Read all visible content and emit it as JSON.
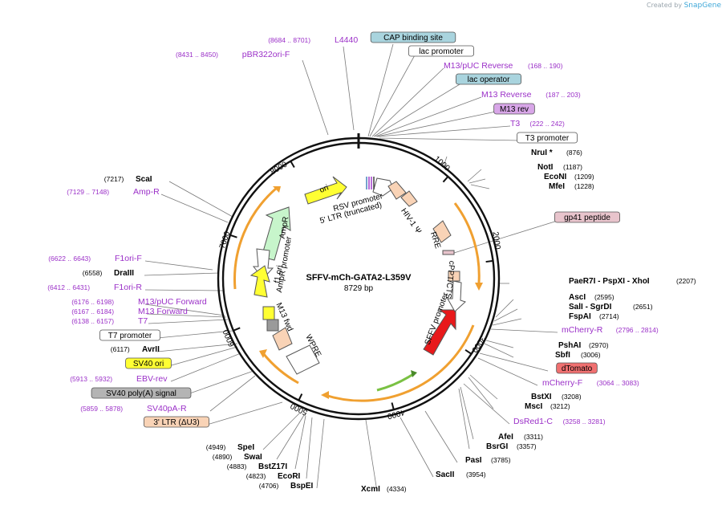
{
  "credit": {
    "prefix": "Created by",
    "brand": "SnapGene"
  },
  "plasmid": {
    "name": "SFFV-mCh-GATA2-L359V",
    "length": "8729 bp",
    "total_bp": 8729
  },
  "colors": {
    "enzyme": "#000000",
    "primer": "#9b30c8",
    "orange_arrow": "#f0a030",
    "green_arrow": "#7ac143",
    "red_feature": "#e8191b"
  },
  "ticks": [
    "1000",
    "2000",
    "3000",
    "4000",
    "5000",
    "6000",
    "7000",
    "8000"
  ],
  "inner_features": [
    {
      "label": "RSV promoter"
    },
    {
      "label": "5' LTR (truncated)"
    },
    {
      "label": "HIV-1 Ψ"
    },
    {
      "label": "RRE"
    },
    {
      "label": "cPPT/CTS"
    },
    {
      "label": "SFFV promoter"
    },
    {
      "label": "WPRE"
    },
    {
      "label": "M13 fwd"
    },
    {
      "label": "f1 ori"
    },
    {
      "label": "AmpR promoter"
    },
    {
      "label": "AmpR"
    },
    {
      "label": "ori"
    }
  ],
  "labels": [
    {
      "pos": "(8684 .. 8701)",
      "name": "L4440",
      "kind": "primer"
    },
    {
      "pos": "(8431 .. 8450)",
      "name": "pBR322ori-F",
      "kind": "primer"
    },
    {
      "name": "CAP binding site",
      "kind": "box",
      "fill": "#a9d4de"
    },
    {
      "name": "lac promoter",
      "kind": "box",
      "fill": "#ffffff"
    },
    {
      "pos": "(168 .. 190)",
      "name": "M13/pUC Reverse",
      "kind": "primer"
    },
    {
      "name": "lac operator",
      "kind": "box",
      "fill": "#a9d4de"
    },
    {
      "pos": "(187 .. 203)",
      "name": "M13 Reverse",
      "kind": "primer"
    },
    {
      "name": "M13 rev",
      "kind": "box",
      "fill": "#d8a6e8"
    },
    {
      "pos": "(222 .. 242)",
      "name": "T3",
      "kind": "primer"
    },
    {
      "name": "T3 promoter",
      "kind": "box",
      "fill": "#ffffff"
    },
    {
      "pos": "(876)",
      "name": "NruI *",
      "kind": "enzyme"
    },
    {
      "pos": "(1187)",
      "name": "NotI",
      "kind": "enzyme"
    },
    {
      "pos": "(1209)",
      "name": "EcoNI",
      "kind": "enzyme"
    },
    {
      "pos": "(1228)",
      "name": "MfeI",
      "kind": "enzyme"
    },
    {
      "name": "gp41 peptide",
      "kind": "box",
      "fill": "#e8c4cc"
    },
    {
      "pos": "(2207)",
      "name": "PaeR7I - PspXI - XhoI",
      "kind": "enzyme"
    },
    {
      "pos": "(2595)",
      "name": "AscI",
      "kind": "enzyme"
    },
    {
      "pos": "(2651)",
      "name": "SalI - SgrDI",
      "kind": "enzyme"
    },
    {
      "pos": "(2714)",
      "name": "FspAI",
      "kind": "enzyme"
    },
    {
      "pos": "(2796 .. 2814)",
      "name": "mCherry-R",
      "kind": "primer"
    },
    {
      "pos": "(2970)",
      "name": "PshAI",
      "kind": "enzyme"
    },
    {
      "pos": "(3006)",
      "name": "SbfI",
      "kind": "enzyme"
    },
    {
      "name": "dTomato",
      "kind": "box",
      "fill": "#f07070"
    },
    {
      "pos": "(3064 .. 3083)",
      "name": "mCherry-F",
      "kind": "primer"
    },
    {
      "pos": "(3208)",
      "name": "BstXI",
      "kind": "enzyme"
    },
    {
      "pos": "(3212)",
      "name": "MscI",
      "kind": "enzyme"
    },
    {
      "pos": "(3258 .. 3281)",
      "name": "DsRed1-C",
      "kind": "primer"
    },
    {
      "pos": "(3311)",
      "name": "AfeI",
      "kind": "enzyme"
    },
    {
      "pos": "(3357)",
      "name": "BsrGI",
      "kind": "enzyme"
    },
    {
      "pos": "(3785)",
      "name": "PasI",
      "kind": "enzyme"
    },
    {
      "pos": "(3954)",
      "name": "SacII",
      "kind": "enzyme"
    },
    {
      "pos": "(4334)",
      "name": "XcmI",
      "kind": "enzyme"
    },
    {
      "pos": "(4706)",
      "name": "BspEI",
      "kind": "enzyme"
    },
    {
      "pos": "(4823)",
      "name": "EcoRI",
      "kind": "enzyme"
    },
    {
      "pos": "(4883)",
      "name": "BstZ17I",
      "kind": "enzyme"
    },
    {
      "pos": "(4890)",
      "name": "SwaI",
      "kind": "enzyme"
    },
    {
      "pos": "(4949)",
      "name": "SpeI",
      "kind": "enzyme"
    },
    {
      "name": "3' LTR (ΔU3)",
      "kind": "box",
      "fill": "#f9d3b6"
    },
    {
      "pos": "(5859 .. 5878)",
      "name": "SV40pA-R",
      "kind": "primer"
    },
    {
      "name": "SV40 poly(A) signal",
      "kind": "box",
      "fill": "#b4b4b4"
    },
    {
      "pos": "(5913 .. 5932)",
      "name": "EBV-rev",
      "kind": "primer"
    },
    {
      "name": "SV40 ori",
      "kind": "box",
      "fill": "#ffff33"
    },
    {
      "pos": "(6117)",
      "name": "AvrII",
      "kind": "enzyme"
    },
    {
      "name": "T7 promoter",
      "kind": "box",
      "fill": "#ffffff"
    },
    {
      "pos": "(6138 .. 6157)",
      "name": "T7",
      "kind": "primer"
    },
    {
      "pos": "(6167 .. 6184)",
      "name": "M13 Forward",
      "kind": "primer"
    },
    {
      "pos": "(6176 .. 6198)",
      "name": "M13/pUC Forward",
      "kind": "primer"
    },
    {
      "pos": "(6412 .. 6431)",
      "name": "F1ori-R",
      "kind": "primer"
    },
    {
      "pos": "(6558)",
      "name": "DraIII",
      "kind": "enzyme"
    },
    {
      "pos": "(6622 .. 6643)",
      "name": "F1ori-F",
      "kind": "primer"
    },
    {
      "pos": "(7129 .. 7148)",
      "name": "Amp-R",
      "kind": "primer"
    },
    {
      "pos": "(7217)",
      "name": "ScaI",
      "kind": "enzyme"
    }
  ]
}
